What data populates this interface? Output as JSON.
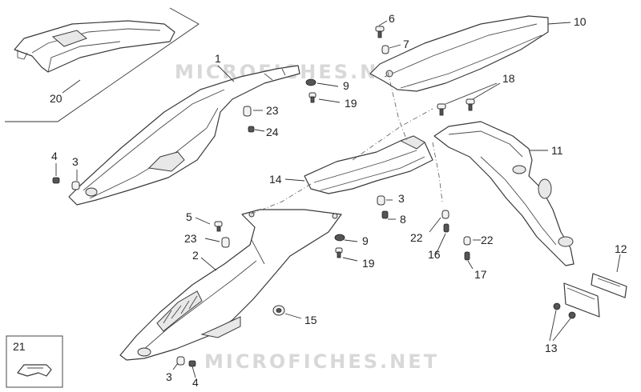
{
  "watermarks": [
    "MICROFICHES.NET",
    "MICROFICHES.NET"
  ],
  "callouts": {
    "c1": "1",
    "c2": "2",
    "c3a": "3",
    "c3b": "3",
    "c3c": "3",
    "c4a": "4",
    "c4b": "4",
    "c5": "5",
    "c6": "6",
    "c7": "7",
    "c8": "8",
    "c9a": "9",
    "c9b": "9",
    "c10": "10",
    "c11": "11",
    "c12": "12",
    "c13": "13",
    "c14": "14",
    "c15": "15",
    "c16": "16",
    "c17": "17",
    "c18": "18",
    "c19a": "19",
    "c19b": "19",
    "c20": "20",
    "c21": "21",
    "c22a": "22",
    "c22b": "22",
    "c23a": "23",
    "c23b": "23",
    "c24": "24"
  }
}
